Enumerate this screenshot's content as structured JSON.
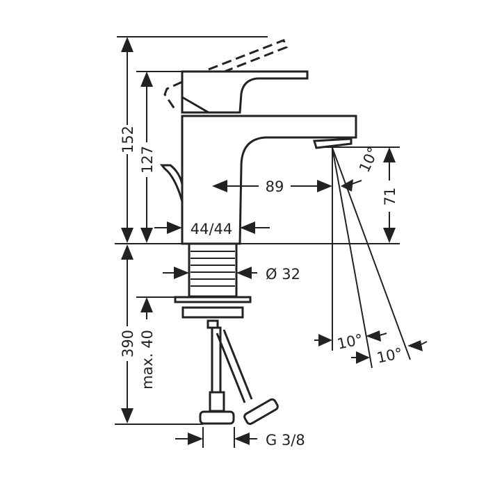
{
  "dimensions": {
    "total_height": "152",
    "lever_height": "127",
    "spout_reach": "89",
    "spout_angle": "10°",
    "outlet_height": "71",
    "body_size": "44/44",
    "shank_diameter": "Ø 32",
    "hose_length": "390",
    "max_thickness": "max. 40",
    "spray_angle_1": "10°",
    "spray_angle_2": "10°",
    "connection_thread": "G 3/8"
  },
  "colors": {
    "line": "#222222",
    "background": "#ffffff"
  }
}
